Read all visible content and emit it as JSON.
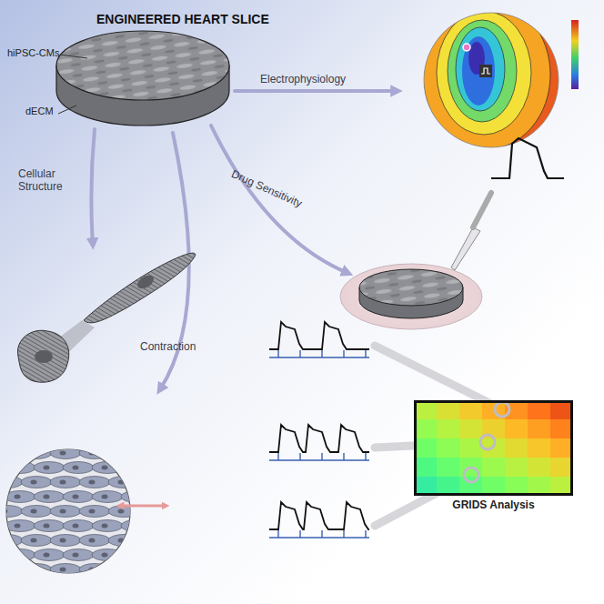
{
  "diagram": {
    "title": "ENGINEERED HEART SLICE",
    "nodes": [
      {
        "text": [
          "hiPSC-CMs",
          "dECM"
        ]
      },
      {
        "text": [
          "GRIDS Analysis"
        ]
      }
    ],
    "labels": [
      "Electrophysiology",
      "Cellular Structure",
      "Drug Sensitivity",
      "Contraction"
    ]
  }
}
